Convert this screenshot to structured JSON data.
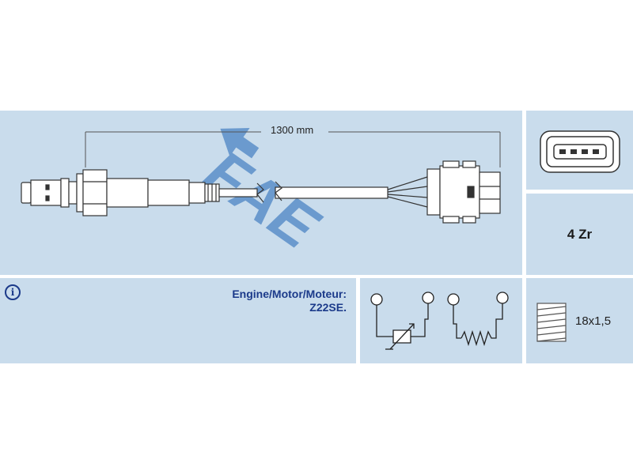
{
  "product": {
    "length_label": "1300 mm",
    "wire_count_label": "4 Zr",
    "info_icon": "info-icon",
    "engine_label": "Engine/Motor/Moteur:",
    "engine_code": "Z22SE.",
    "thread_label": "18x1,5",
    "brand_logo": "FAE"
  },
  "colors": {
    "panel": "#c9dcec",
    "logo": "#2f6fb5",
    "accent_text": "#1b3a8a",
    "line": "#333333"
  }
}
